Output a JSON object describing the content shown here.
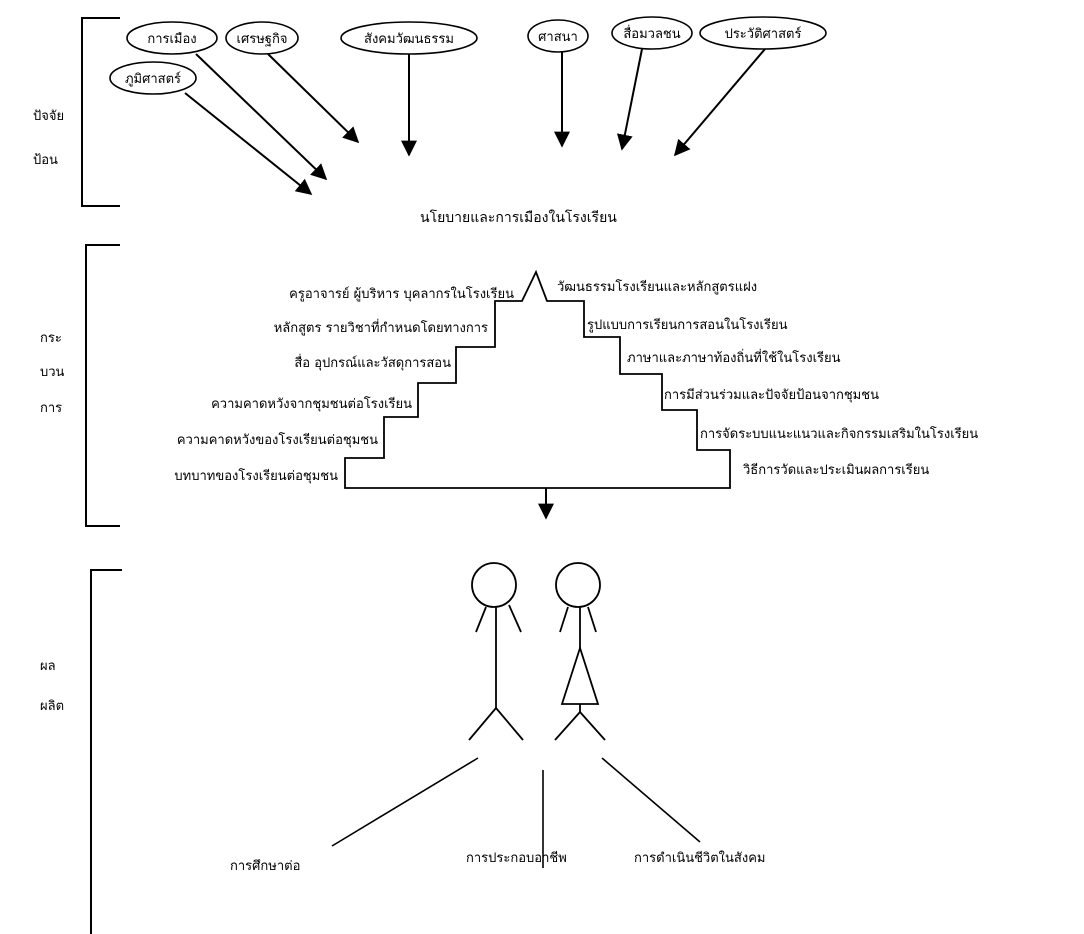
{
  "input_section": {
    "side_label_lines": [
      "ปัจจัย",
      "ป้อน"
    ],
    "factors": [
      "การเมือง",
      "เศรษฐกิจ",
      "สังคมวัฒนธรรม",
      "ศาสนา",
      "สื่อมวลชน",
      "ประวัติศาสตร์",
      "ภูมิศาสตร์"
    ]
  },
  "policy_label": "นโยบายและการเมืองในโรงเรียน",
  "process_section": {
    "side_label_lines": [
      "กระ",
      "บวน",
      "การ"
    ],
    "left_steps": [
      "ครูอาจารย์ ผู้บริหาร บุคลากรในโรงเรียน",
      "หลักสูตร รายวิชาที่กำหนดโดยทางการ",
      "สื่อ อุปกรณ์และวัสดุการสอน",
      "ความคาดหวังจากชุมชนต่อโรงเรียน",
      "ความคาดหวังของโรงเรียนต่อชุมชน",
      "บทบาทของโรงเรียนต่อชุมชน"
    ],
    "right_steps": [
      "วัฒนธรรมโรงเรียนและหลักสูตรแฝง",
      "รูปแบบการเรียนการสอนในโรงเรียน",
      "ภาษาและภาษาท้องถิ่นที่ใช้ในโรงเรียน",
      "การมีส่วนร่วมและปัจจัยป้อนจากชุมชน",
      "การจัดระบบแนะแนวและกิจกรรมเสริมในโรงเรียน",
      "วิธีการวัดและประเมินผลการเรียน"
    ]
  },
  "output_section": {
    "side_label_lines": [
      "ผล",
      "ผลิต"
    ],
    "outcomes": [
      "การศึกษาต่อ",
      "การประกอบอาชีพ",
      "การดำเนินชีวิตในสังคม"
    ]
  }
}
